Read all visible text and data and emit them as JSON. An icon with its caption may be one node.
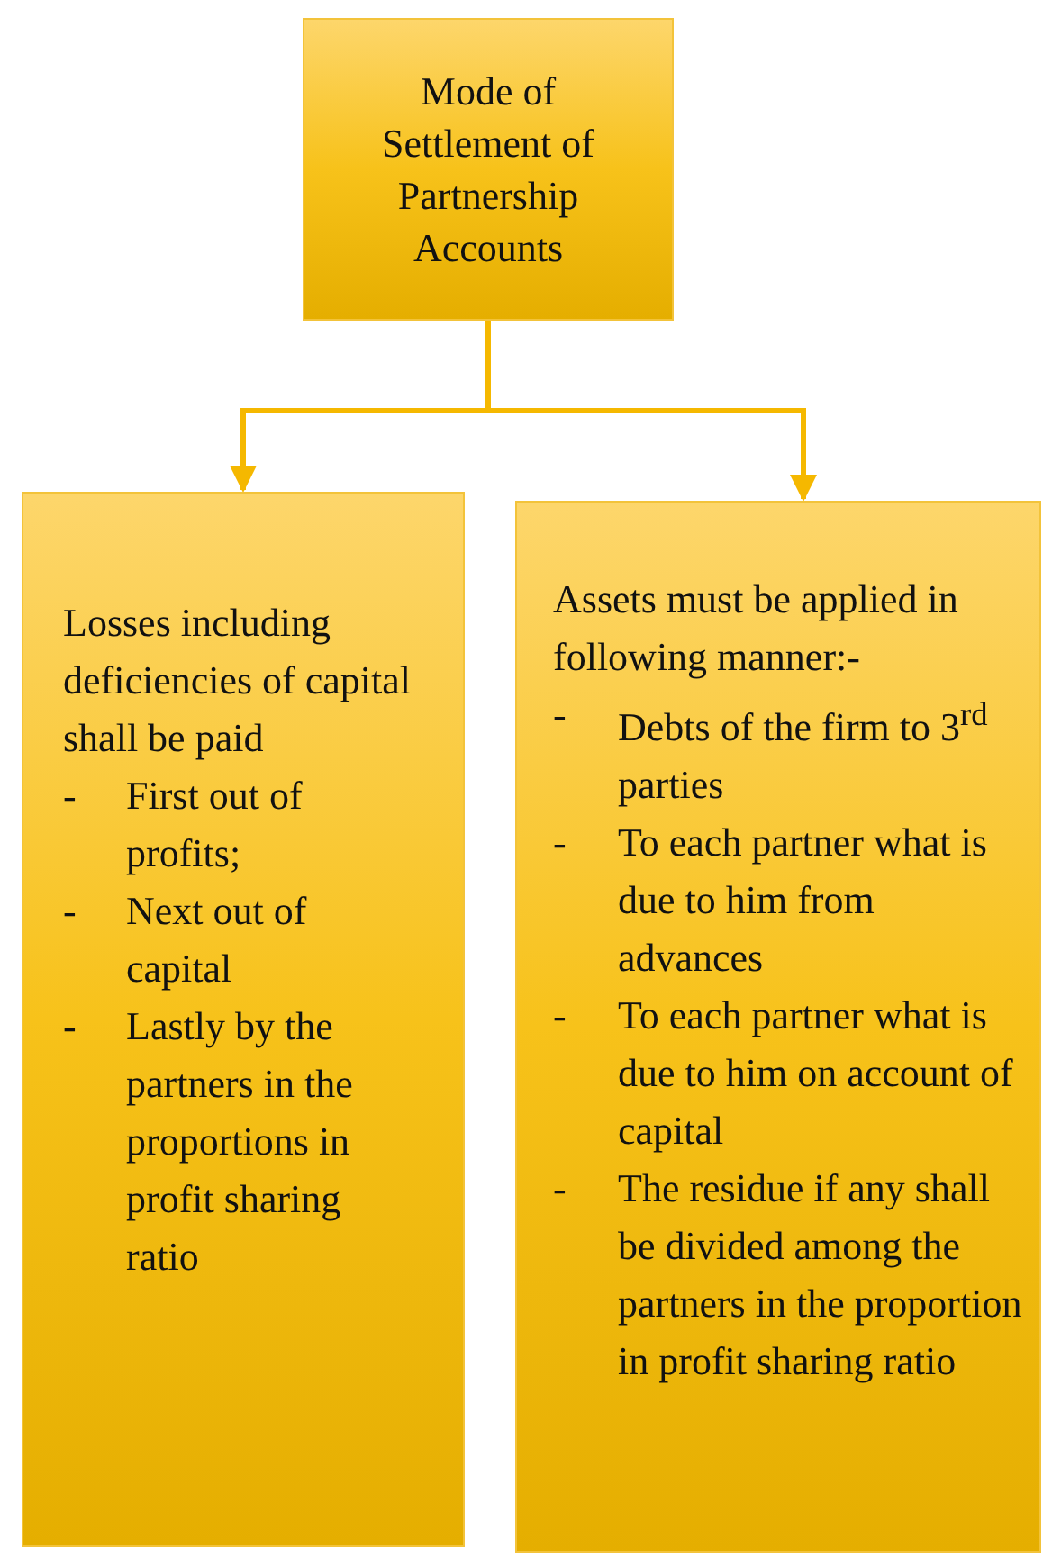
{
  "diagram": {
    "nodes": [
      {
        "text": [
          "Mode of Settlement of Partnership Accounts"
        ]
      },
      {
        "text": [
          "Losses including deficiencies of capital shall be paid",
          "First out of profits;",
          "Next out of capital",
          "Lastly by the partners in the proportions in profit sharing ratio"
        ]
      },
      {
        "text": [
          "Assets must be applied in following manner:-",
          "Debts of the firm to 3$^{rd}$ parties",
          "To each partner what is due to him from advances",
          "To each partner what is due to him on account of capital",
          "The residue if any shall be divided among the partners in the proportion in profit sharing ratio"
        ]
      }
    ],
    "edges": [
      {
        "from": 0,
        "to": 1,
        "arrow": "to"
      },
      {
        "from": 0,
        "to": 2,
        "arrow": "to"
      }
    ],
    "labels": [
      "-",
      "-",
      "-",
      "-",
      "-",
      "-",
      "-"
    ]
  }
}
